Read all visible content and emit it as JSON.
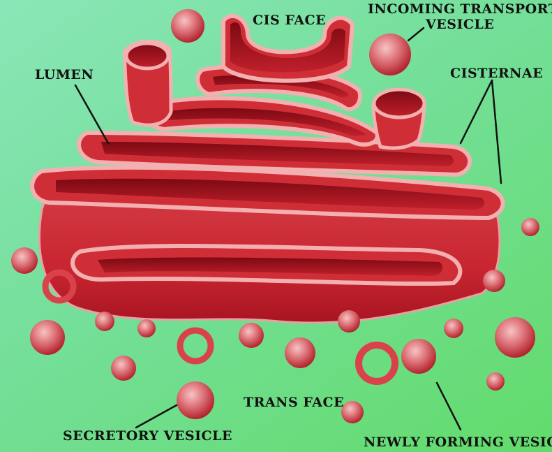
{
  "labels": {
    "cis_face": "CIS FACE",
    "incoming_transport_line1": "INCOMING TRANSPORT",
    "incoming_transport_line2": "VESICLE",
    "lumen": "LUMEN",
    "cisternae": "CISTERNAE",
    "trans_face": "TRANS FACE",
    "secretory_vesicle": "SECRETORY VESICLE",
    "newly_forming_vesicle": "NEWLY FORMING VESICLE"
  },
  "colors": {
    "background_top": "#8ae6b7",
    "background_bottom": "#63db6b",
    "membrane": "#c8202a",
    "membrane_highlight": "#f2b0b0",
    "lumen_dark": "#8e0d17",
    "leader_line": "#111111"
  }
}
